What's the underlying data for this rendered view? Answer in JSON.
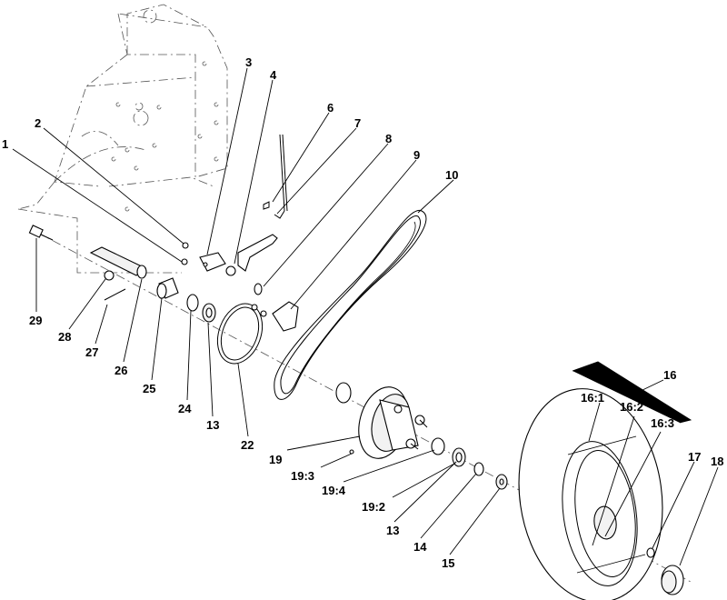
{
  "callouts": {
    "c1": "1",
    "c2": "2",
    "c3": "3",
    "c4": "4",
    "c6": "6",
    "c7": "7",
    "c8": "8",
    "c9": "9",
    "c10": "10",
    "c13a": "13",
    "c13b": "13",
    "c14": "14",
    "c15": "15",
    "c16": "16",
    "c16_1": "16:1",
    "c16_2": "16:2",
    "c16_3": "16:3",
    "c17": "17",
    "c18": "18",
    "c19": "19",
    "c19_2": "19:2",
    "c19_3": "19:3",
    "c19_4": "19:4",
    "c22": "22",
    "c24": "24",
    "c25": "25",
    "c26": "26",
    "c27": "27",
    "c28": "28",
    "c29": "29"
  }
}
